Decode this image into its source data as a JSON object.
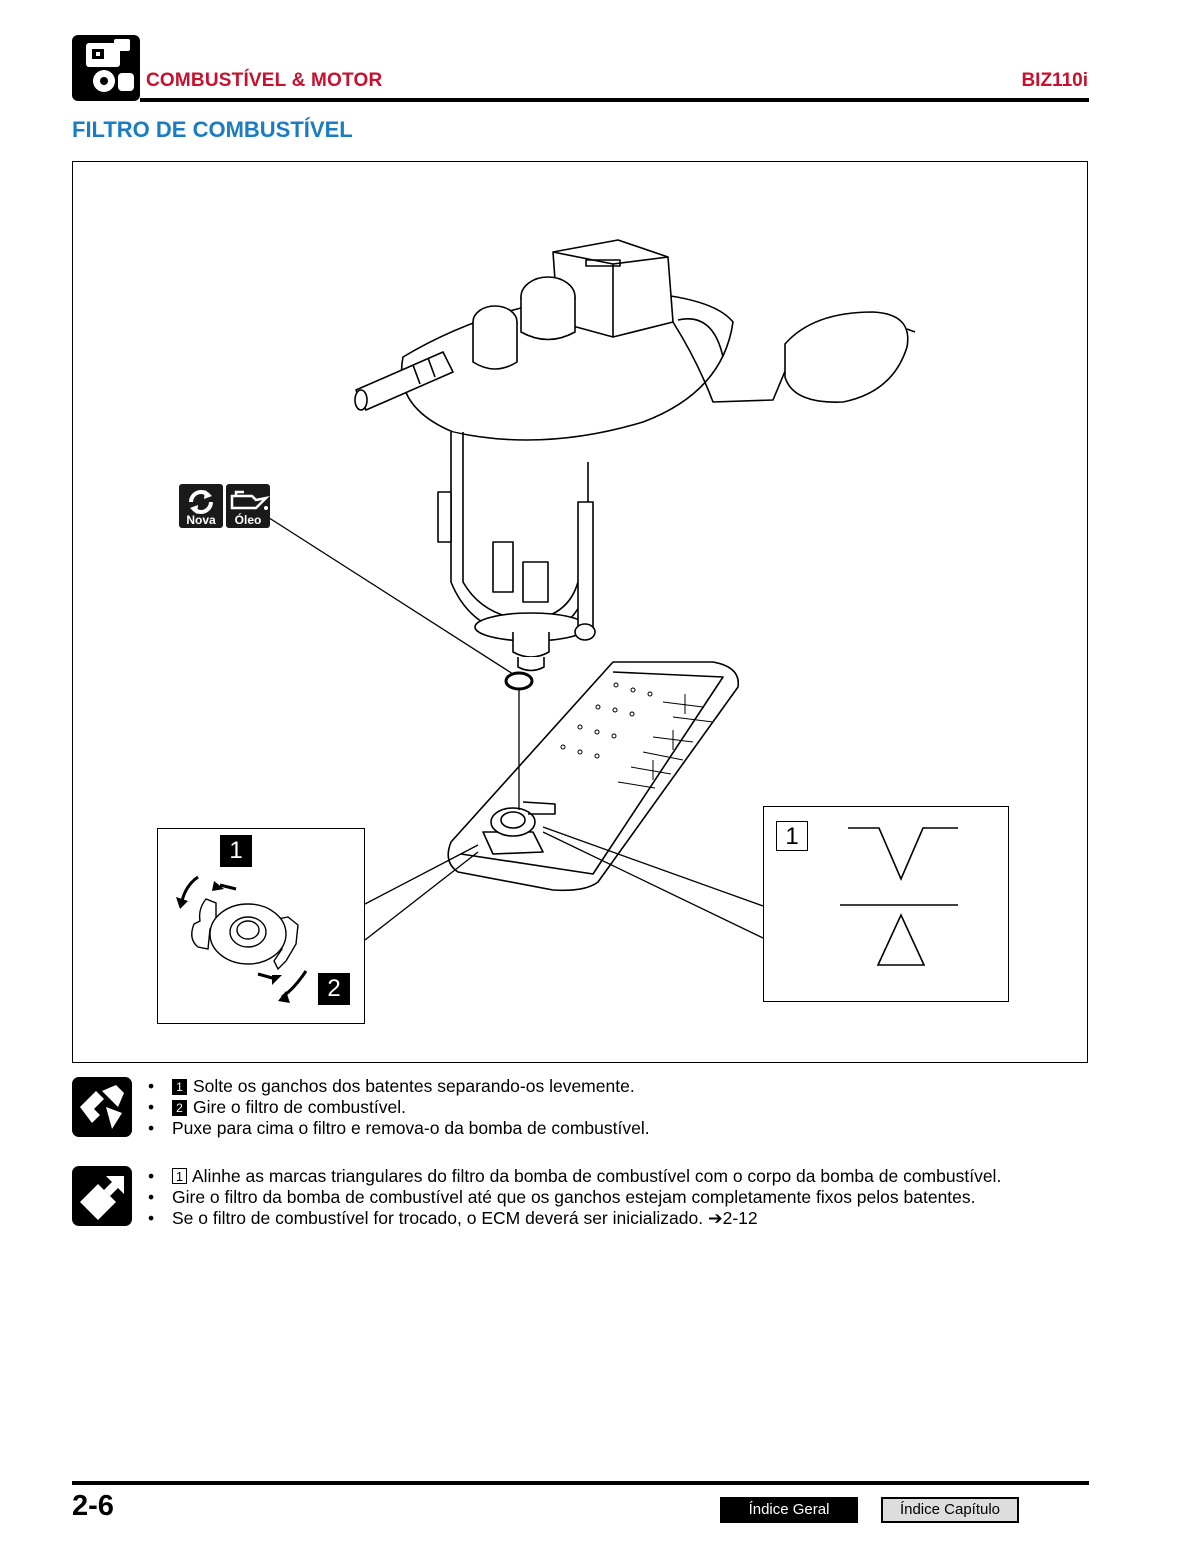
{
  "header": {
    "chapter_title": "COMBUSTÍVEL & MOTOR",
    "model": "BIZ110i",
    "chapter_icon": "engine-tools-icon"
  },
  "section_title": "FILTRO DE COMBUSTÍVEL",
  "figure": {
    "icons": [
      {
        "name": "replace-new-icon",
        "label": "Nova"
      },
      {
        "name": "oil-can-icon",
        "label": "Óleo"
      }
    ],
    "callout_left": {
      "step1": "1",
      "step2": "2"
    },
    "callout_right": {
      "ref": "1"
    }
  },
  "removal": {
    "icon": "removal-icon",
    "items": [
      {
        "badge": "1",
        "text": "Solte os ganchos dos batentes separando-os levemente."
      },
      {
        "badge": "2",
        "text": "Gire o filtro de combustível."
      },
      {
        "badge": "",
        "text": "Puxe para cima o filtro e remova-o da bomba de combustível."
      }
    ]
  },
  "installation": {
    "icon": "installation-icon",
    "items": [
      {
        "badge": "1",
        "text": "Alinhe as marcas triangulares do filtro da bomba de combustível com o corpo da bomba de combustível."
      },
      {
        "badge": "",
        "text": "Gire o filtro da bomba de combustível até que os ganchos estejam completamente fixos pelos batentes."
      },
      {
        "badge": "",
        "text": "Se o filtro de combustível for trocado, o ECM deverá ser inicializado. ➔2-12"
      }
    ]
  },
  "footer": {
    "page_number": "2-6",
    "general_index": "Índice Geral",
    "chapter_index": "Índice Capítulo"
  }
}
